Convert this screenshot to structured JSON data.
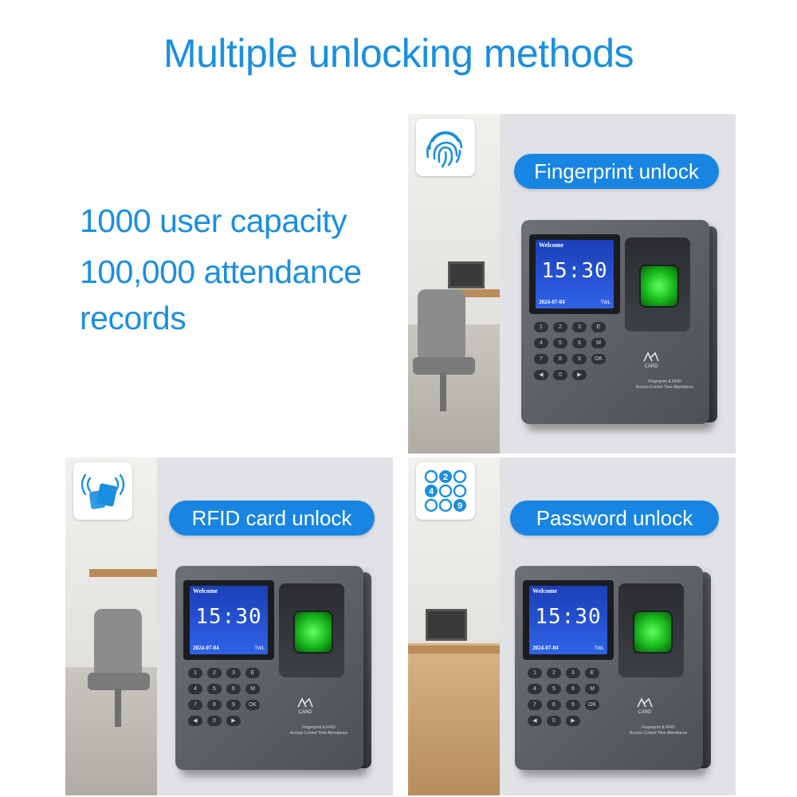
{
  "headline": "Multiple unlocking methods",
  "specs": {
    "line1": "1000 user capacity",
    "line2": "100,000 attendance",
    "line3": "records"
  },
  "panels": {
    "fingerprint": {
      "label": "Fingerprint unlock",
      "badge_icon": "fingerprint-icon"
    },
    "rfid": {
      "label": "RFID card unlock",
      "badge_icon": "rfid-card-icon"
    },
    "password": {
      "label": "Password unlock",
      "badge_icon": "keypad-icon",
      "badge_digits": [
        "2",
        "4",
        "9"
      ]
    }
  },
  "device": {
    "welcome": "Welcome",
    "time": "15:30",
    "date": "2024-07-04",
    "screen_tag": "TWL",
    "logo_text": "CARD",
    "model_line1": "Fingerprint & RFID",
    "model_line2": "Access Control Time Attendance",
    "keys": [
      "1",
      "2",
      "3",
      "E",
      "4",
      "5",
      "6",
      "M",
      "7",
      "8",
      "9",
      "OK",
      "◀",
      "0",
      "▶"
    ]
  },
  "colors": {
    "accent": "#1a8fe0",
    "pill": "#1985e2",
    "device_body": "#5a5d62",
    "screen": "#2f63e6",
    "sensor": "#18b81c"
  }
}
